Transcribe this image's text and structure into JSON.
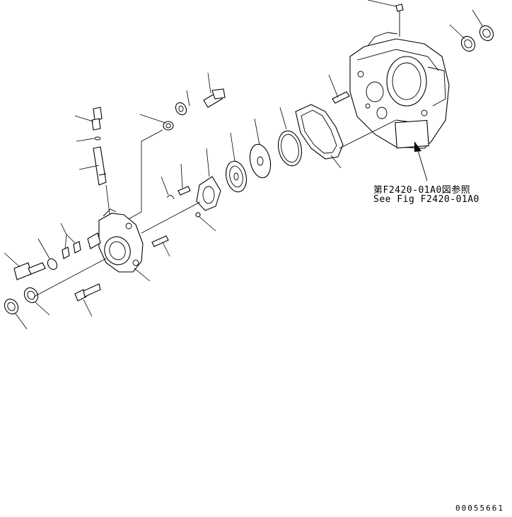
{
  "reference_note": {
    "japanese": "第F2420-01A0図参照",
    "english": "See Fig F2420-01A0"
  },
  "drawing_number": "00055661"
}
